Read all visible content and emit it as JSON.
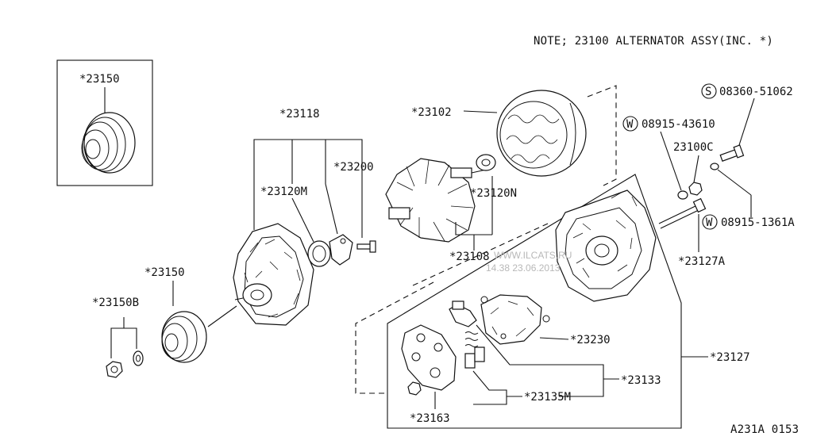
{
  "note": "NOTE; 23100 ALTERNATOR ASSY(INC. *)",
  "footer_code": "A231A 0153",
  "watermark": {
    "site": "WWW.ILCATS.RU",
    "stamp": "14.38 23.06.2013"
  },
  "labels": {
    "p23150_box": "*23150",
    "p23118": "*23118",
    "p23200": "*23200",
    "p23120M": "*23120M",
    "p23102": "*23102",
    "p23120N": "*23120N",
    "p23108": "*23108",
    "p23150": "*23150",
    "p23150B": "*23150B",
    "p08360": "08360-51062",
    "p08915a": "08915-43610",
    "p23100C": "23100C",
    "p08915b": "08915-1361A",
    "p23127A": "*23127A",
    "p23230": "*23230",
    "p23127": "*23127",
    "p23133": "*23133",
    "p23135M": "*23135M",
    "p23163": "*23163"
  },
  "symbols": {
    "standard": "S",
    "washer": "W"
  }
}
